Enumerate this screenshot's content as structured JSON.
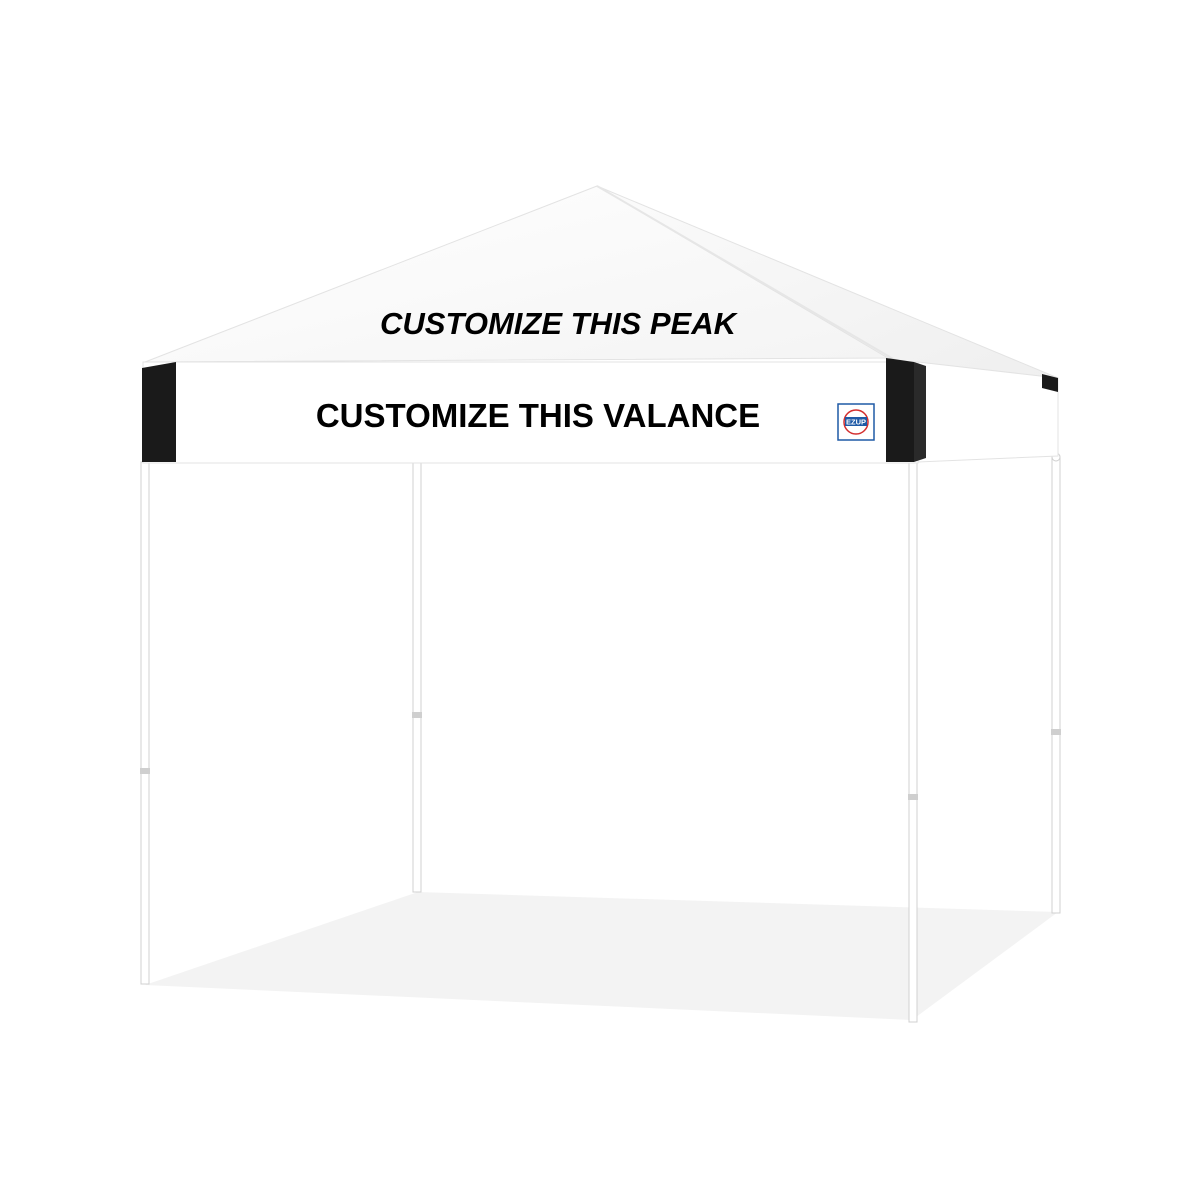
{
  "image": {
    "subject": "pop-up canopy tent with customizable peak and valance",
    "background_color": "#ffffff"
  },
  "canopy": {
    "peak_text": "CUSTOMIZE THIS PEAK",
    "valance_text": "CUSTOMIZE THIS VALANCE",
    "canopy_color": "#ffffff",
    "corner_accent_color": "#1a1a1a",
    "frame_color": "#ffffff",
    "shadow_color": "#f2f2f2"
  },
  "logo": {
    "brand_text": "EZUP",
    "icon_name": "ezup-badge-icon",
    "colors": {
      "blue": "#1f5aa6",
      "red": "#d32f2f"
    }
  }
}
